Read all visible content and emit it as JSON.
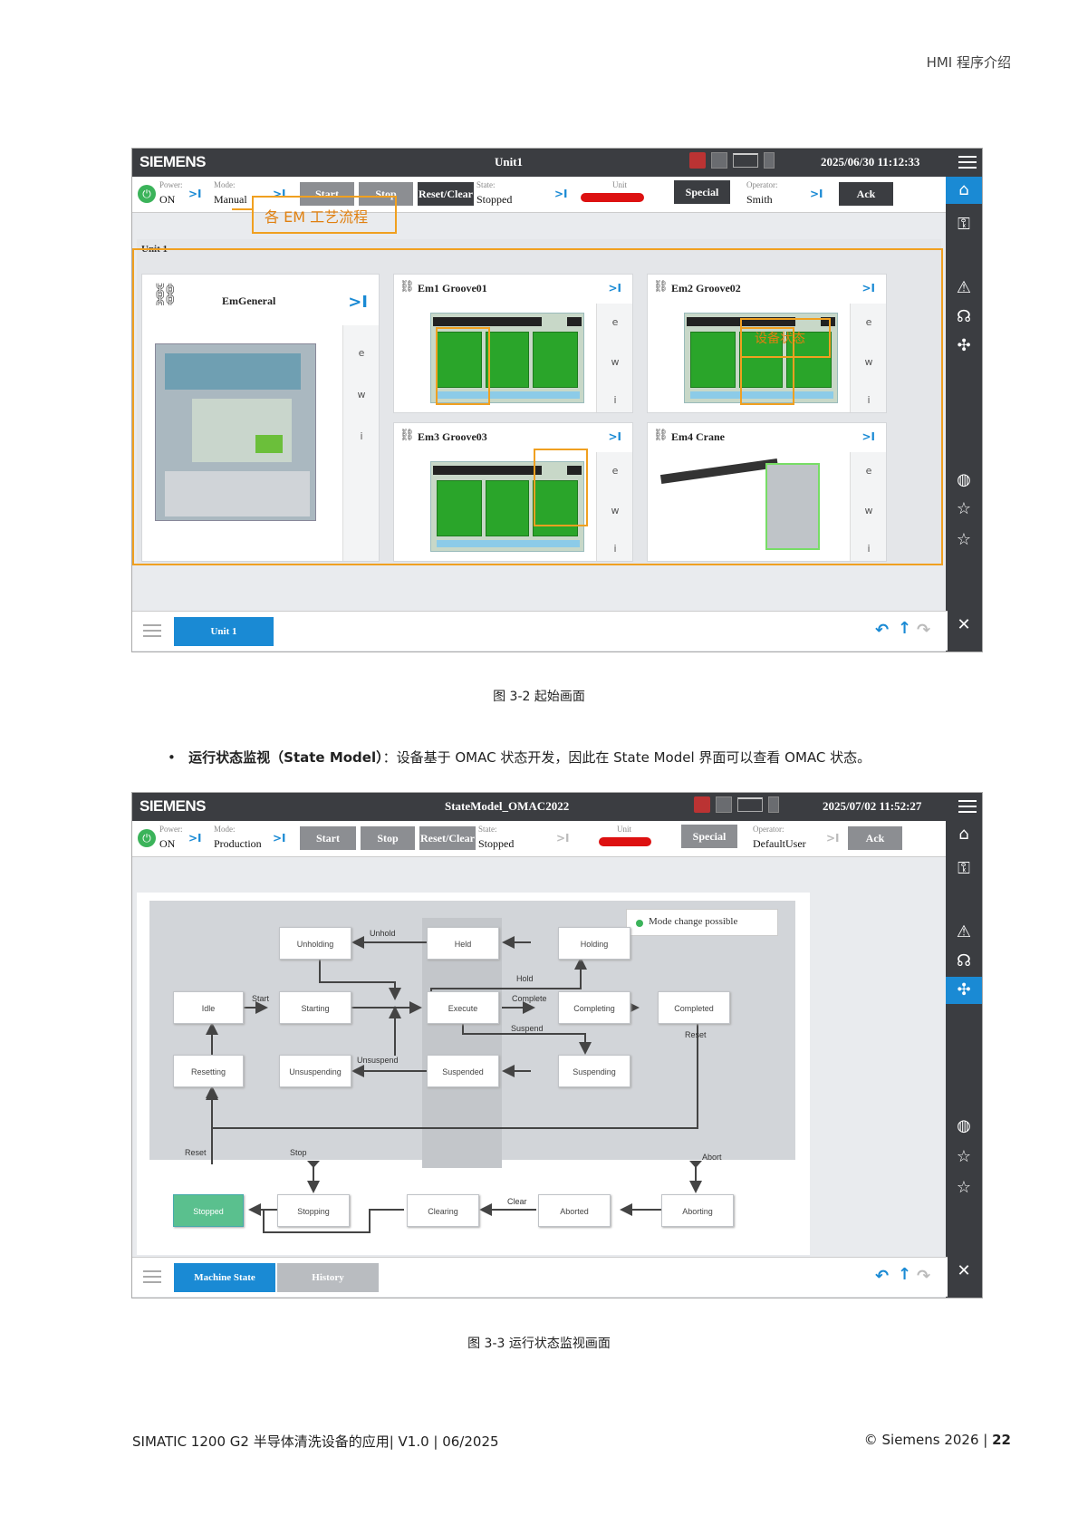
{
  "page_header": "HMI 程序介绍",
  "panel1": {
    "brand": "SIEMENS",
    "title": "Unit1",
    "datetime": "2025/06/30 11:12:33",
    "power_label": "Power:",
    "power_value": "ON",
    "mode_label": "Mode:",
    "mode_value": "Manual",
    "btn_start": "Start",
    "btn_stop": "Stop",
    "btn_reset": "Reset/Clear",
    "state_label": "State:",
    "state_value": "Stopped",
    "unit_label": "Unit",
    "btn_special": "Special",
    "operator_label": "Operator:",
    "operator_value": "Smith",
    "btn_ack": "Ack",
    "annotation_em": "各 EM 工艺流程",
    "annotation_state": "设备状态",
    "unit_frame": "Unit 1",
    "cards": [
      {
        "title": "EmGeneral"
      },
      {
        "title": "Em1 Groove01"
      },
      {
        "title": "Em2 Groove02"
      },
      {
        "title": "Em3 Groove03"
      },
      {
        "title": "Em4 Crane"
      }
    ],
    "side_letters": [
      "e",
      "w",
      "i"
    ],
    "bottom_tab": "Unit 1"
  },
  "caption1": "图 3-2 起始画面",
  "bullet": {
    "bold": "运行状态监视（State Model）",
    "text": "：设备基于 OMAC 状态开发，因此在 State Model 界面可以查看 OMAC 状态。"
  },
  "panel2": {
    "brand": "SIEMENS",
    "title": "StateModel_OMAC2022",
    "datetime": "2025/07/02 11:52:27",
    "power_label": "Power:",
    "power_value": "ON",
    "mode_label": "Mode:",
    "mode_value": "Production",
    "btn_start": "Start",
    "btn_stop": "Stop",
    "btn_reset": "Reset/Clear",
    "state_label": "State:",
    "state_value": "Stopped",
    "unit_label": "Unit",
    "btn_special": "Special",
    "operator_label": "Operator:",
    "operator_value": "DefaultUser",
    "btn_ack": "Ack",
    "mode_change": "Mode change possible",
    "states": {
      "unholding": "Unholding",
      "held": "Held",
      "holding": "Holding",
      "idle": "Idle",
      "starting": "Starting",
      "execute": "Execute",
      "completing": "Completing",
      "completed": "Completed",
      "resetting": "Resetting",
      "unsuspending": "Unsuspending",
      "suspended": "Suspended",
      "suspending": "Suspending",
      "stopped": "Stopped",
      "stopping": "Stopping",
      "clearing": "Clearing",
      "aborted": "Aborted",
      "aborting": "Aborting"
    },
    "transitions": {
      "unhold": "Unhold",
      "hold": "Hold",
      "start": "Start",
      "complete": "Complete",
      "suspend": "Suspend",
      "unsuspend": "Unsuspend",
      "reset_top": "Reset",
      "reset_left": "Reset",
      "stop": "Stop",
      "abort": "Abort",
      "clear": "Clear"
    },
    "tab_machine_state": "Machine State",
    "tab_history": "History"
  },
  "caption2": "图 3-3 运行状态监视画面",
  "footer_left": "SIMATIC 1200 G2 半导体清洗设备的应用| V1.0 | 06/2025",
  "footer_right_text": "© Siemens 2026 | ",
  "footer_page": "22"
}
